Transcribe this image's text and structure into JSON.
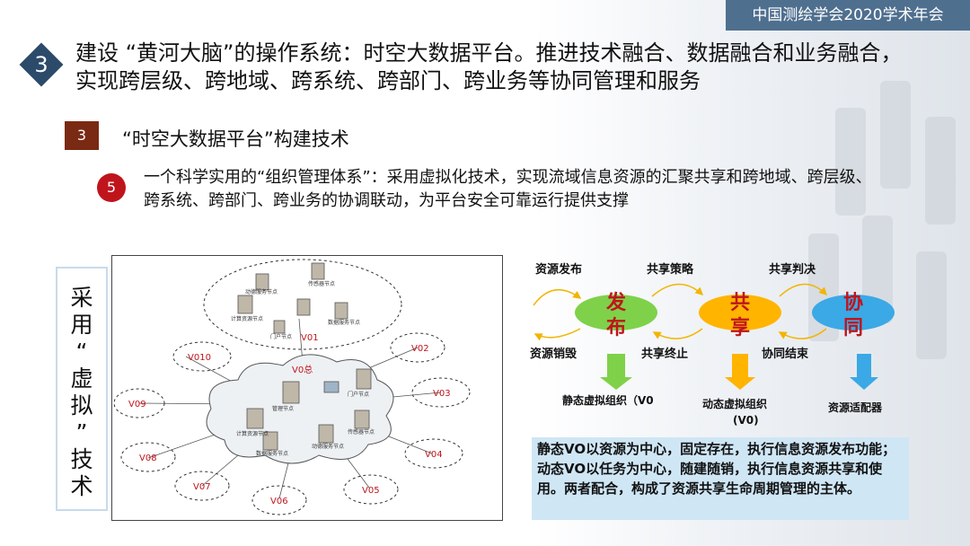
{
  "conference": "中国测绘学会2020学术年会",
  "section_number": "3",
  "title": "建设 “黄河大脑”的操作系统：时空大数据平台。推进技术融合、数据融合和业务融合，实现跨层级、跨地域、跨系统、跨部门、跨业务等协同管理和服务",
  "sub_number": "3",
  "sub_title": "“时空大数据平台”构建技术",
  "point_number": "5",
  "point_text": "一个科学实用的“组织管理体系”：采用虚拟化技术，实现流域信息资源的汇聚共享和跨地域、跨层级、跨系统、跨部门、跨业务的协调联动，为平台安全可靠运行提供支撑",
  "vertical_label": "采用“虚拟”技术",
  "network": {
    "vo1": "V01",
    "vo_center": "V0总",
    "nodes": [
      "V02",
      "V03",
      "V04",
      "V05",
      "V06",
      "V07",
      "V08",
      "V09",
      "V010"
    ],
    "top_labels": [
      "动德服务节点",
      "传感器节点",
      "计算资源节点",
      "数据服务节点",
      "门户节点"
    ],
    "center_labels": [
      "管理节点",
      "门户节点",
      "计算资源节点",
      "数据服务节点",
      "动德服务节点",
      "传感器节点"
    ]
  },
  "flow": {
    "publish": "发布",
    "share": "共享",
    "coordinate": "协同",
    "resource_publish": "资源发布",
    "resource_destroy": "资源销毁",
    "share_policy": "共享策略",
    "share_end": "共享终止",
    "share_judge": "共享判决",
    "coop_end": "协同结束",
    "static_vo": "静态虚拟组织（V0",
    "dynamic_vo_1": "动态虚拟组织",
    "dynamic_vo_2": "(V0)",
    "adapter": "资源适配器"
  },
  "description": "静态VO以资源为中心，固定存在，执行信息资源发布功能；动态VO以任务为中心，随建随销，执行信息资源共享和使用。两者配合，构成了资源共享生命周期管理的主体。",
  "colors": {
    "header": "#4f6f8f",
    "diamond": "#2c4a6a",
    "square": "#7a2a12",
    "circle": "#c0141c",
    "green": "#7fd14a",
    "orange": "#ffb400",
    "blue": "#3aa9e6",
    "red": "#c0141c",
    "desc_bg": "#cfe6f5"
  }
}
